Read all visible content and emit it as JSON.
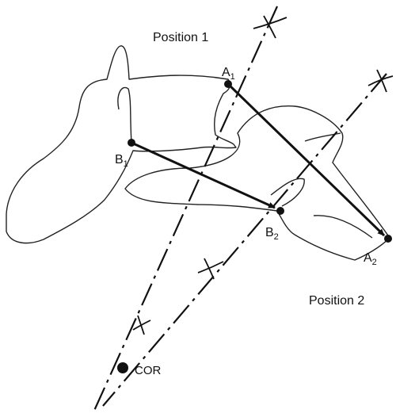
{
  "labels": {
    "position1": "Position 1",
    "position2": "Position 2",
    "a1": "A",
    "a1_sub": "1",
    "a2": "A",
    "a2_sub": "2",
    "b1": "B",
    "b1_sub": "1",
    "b2": "B",
    "b2_sub": "2",
    "cor": "COR"
  },
  "colors": {
    "ink": "#111111",
    "background": "#ffffff"
  }
}
